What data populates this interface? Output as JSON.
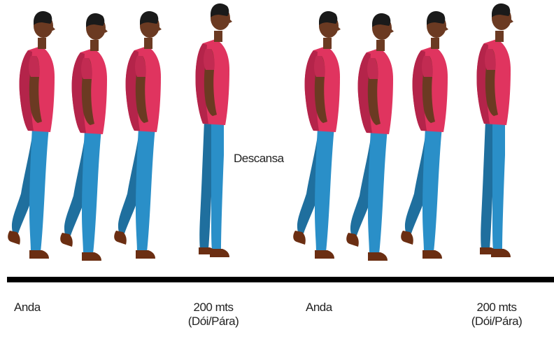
{
  "colors": {
    "shirt": "#e0345f",
    "shirt_shadow": "#b4244a",
    "jeans": "#2a8fc8",
    "jeans_shadow": "#1f6f9e",
    "skin": "#6b3a22",
    "hair": "#1a1a1a",
    "shoe": "#6b2e12",
    "ground_line": "#000000"
  },
  "middle_label": "Descansa",
  "groups": [
    {
      "walk_label": "Anda",
      "stop_label_line1": "200 mts",
      "stop_label_line2": "(Dói/Pára)",
      "figures": [
        "walking",
        "walking",
        "walking",
        "standing"
      ]
    },
    {
      "walk_label": "Anda",
      "stop_label_line1": "200 mts",
      "stop_label_line2": "(Dói/Pára)",
      "figures": [
        "walking",
        "walking",
        "walking",
        "standing"
      ]
    }
  ]
}
